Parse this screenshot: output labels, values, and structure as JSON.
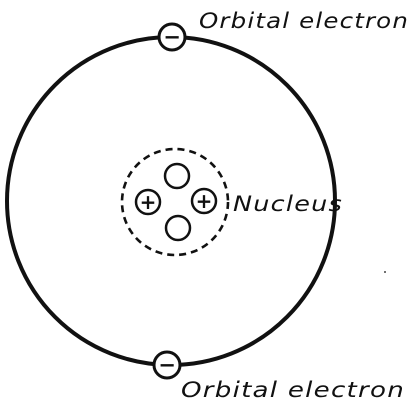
{
  "labels": {
    "top_electron": "Orbital electron",
    "bottom_electron": "Orbital electron",
    "nucleus": "Nucleus"
  },
  "symbols": {
    "electron": "−",
    "proton": "+"
  },
  "colors": {
    "ink": "#111111",
    "background": "#ffffff"
  }
}
